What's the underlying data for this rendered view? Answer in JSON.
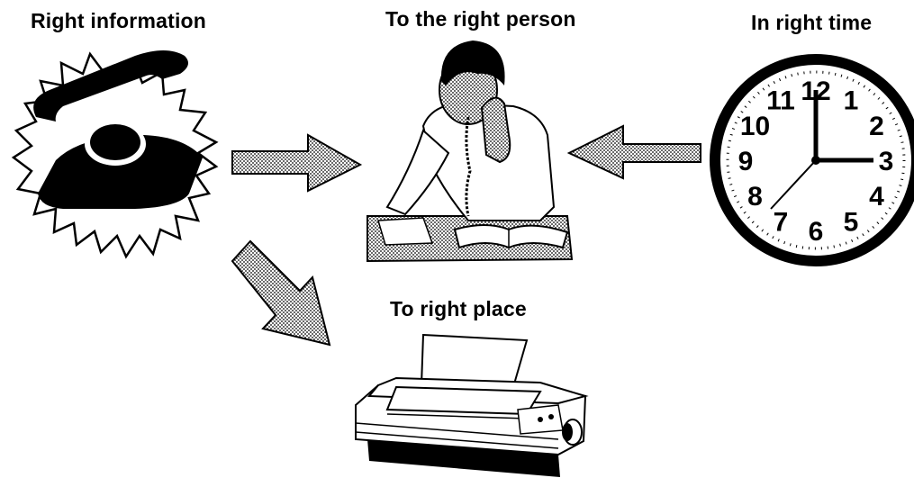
{
  "labels": {
    "right_information": "Right information",
    "right_person": "To the right person",
    "right_time": "In right time",
    "right_place": "To right place"
  },
  "clock": {
    "numerals": [
      "12",
      "1",
      "2",
      "3",
      "4",
      "5",
      "6",
      "7",
      "8",
      "9",
      "10",
      "11"
    ]
  },
  "icons": {
    "telephone": "telephone-icon",
    "person": "person-at-desk-icon",
    "clock": "clock-icon",
    "printer": "printer-icon"
  },
  "colors": {
    "ink": "#000000",
    "paper": "#ffffff"
  }
}
